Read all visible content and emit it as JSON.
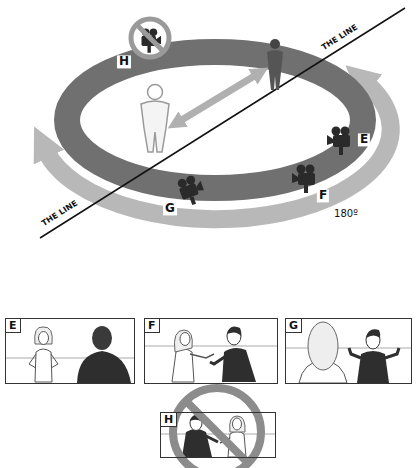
{
  "diagram": {
    "nodes": [
      {
        "text": [
          "E"
        ]
      },
      {
        "text": [
          "F"
        ]
      },
      {
        "text": [
          "G"
        ]
      },
      {
        "text": [
          "H"
        ]
      }
    ],
    "labels": [
      "THE LINE",
      "H",
      "E",
      "F",
      "180º",
      "G",
      "THE LINE"
    ]
  }
}
